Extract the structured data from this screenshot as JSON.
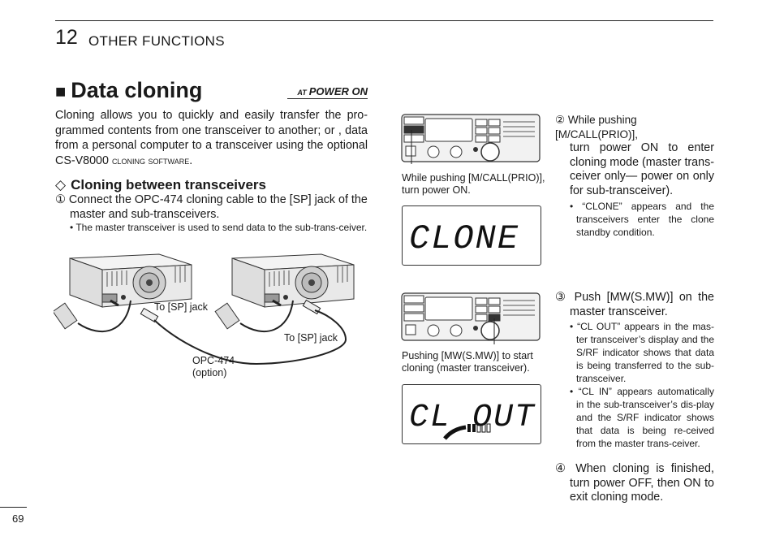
{
  "header": {
    "chapter_number": "12",
    "chapter_title": "OTHER FUNCTIONS"
  },
  "section": {
    "marker": "■",
    "title": "Data cloning",
    "badge_prefix": "AT",
    "badge_text": "POWER ON",
    "intro_part1": "Cloning allows you to quickly and easily transfer the pro-grammed contents from one transceiver to another; or , data from a personal computer to a transceiver using the optional CS-V8000 ",
    "intro_smallcaps": "cloning software",
    "intro_end": "."
  },
  "subsection": {
    "marker": "◇",
    "title": "Cloning between transceivers",
    "step1_number": "①",
    "step1_text": "Connect the OPC-474 cloning cable to the [SP] jack of the master and sub-transceivers.",
    "step1_bullet": "• The master transceiver is used to send data to the sub-trans-ceiver."
  },
  "figure_labels": {
    "sp_jack_1": "To [SP] jack",
    "sp_jack_2": "To [SP] jack",
    "cable_name": "OPC-474",
    "cable_option": "(option)"
  },
  "right_figures": {
    "caption1_line1": "While pushing [M/CALL(PRIO)],",
    "caption1_line2": "turn power ON.",
    "lcd1_text": "CLONE",
    "caption2_line1": "Pushing [MW(S.MW)] to start",
    "caption2_line2": "cloning (master transceiver).",
    "lcd2_text": "CL OUT"
  },
  "steps": {
    "step2_number": "②",
    "step2_line1": "While pushing [M/CALL(PRIO)],",
    "step2_rest": "turn power ON to enter cloning mode (master trans-ceiver only— power on only for sub-transceiver).",
    "step2_bullet": "“CLONE” appears and the transceivers enter the clone standby condition.",
    "step3_number": "③",
    "step3_text": "Push [MW(S.MW)] on the master transceiver.",
    "step3_bullet1": "“CL OUT” appears in the mas-ter transceiver’s display and the S/RF indicator shows that data is being transferred to the sub-transceiver.",
    "step3_bullet2": "“CL IN” appears automatically in the sub-transceiver’s dis-play and the S/RF indicator shows that data is being re-ceived from the master trans-ceiver.",
    "step4_number": "④",
    "step4_text": "When cloning is finished, turn power OFF, then ON to exit cloning mode."
  },
  "footer": {
    "page_number": "69"
  }
}
